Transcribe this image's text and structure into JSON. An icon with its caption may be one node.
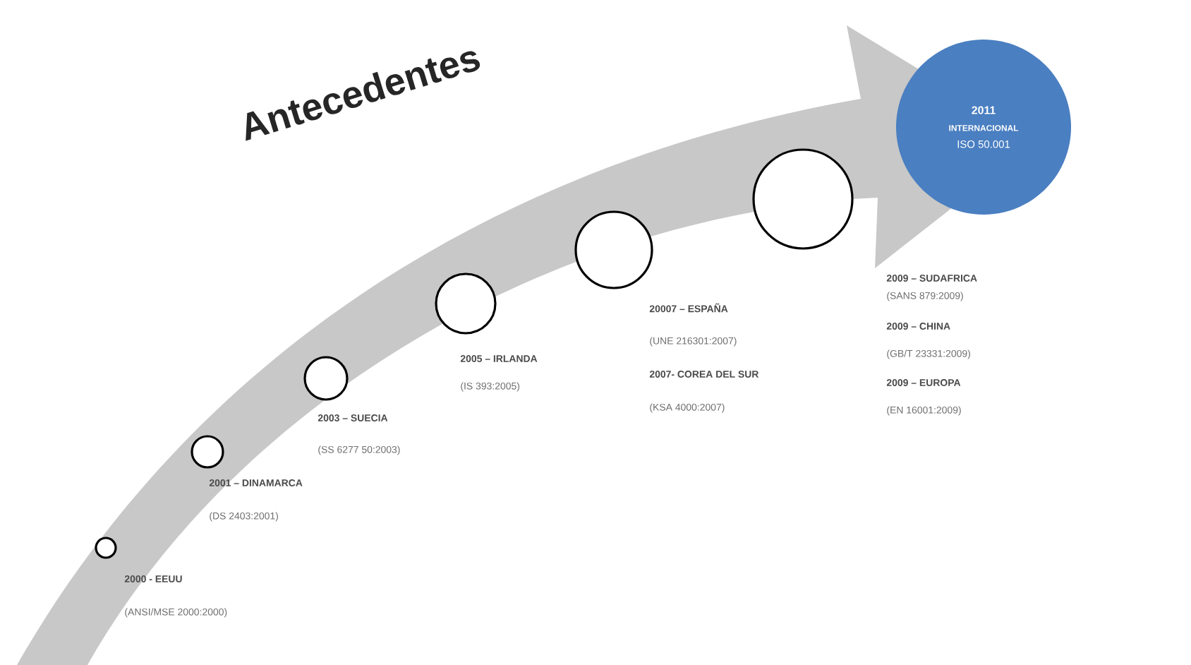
{
  "diagram": {
    "title": "Antecedentes",
    "nodes": [
      {
        "text": [],
        "shape": "circle",
        "beside": [
          "2000 - EEUU",
          "(ANSI/MSE 2000:2000)"
        ]
      },
      {
        "text": [],
        "shape": "circle",
        "beside": [
          "2001 – DINAMARCA",
          "(DS 2403:2001)"
        ]
      },
      {
        "text": [],
        "shape": "circle",
        "beside": [
          "2003 – SUECIA",
          "(SS 6277 50:2003)"
        ]
      },
      {
        "text": [],
        "shape": "circle",
        "beside": [
          "2005 – IRLANDA",
          "(IS 393:2005)"
        ]
      },
      {
        "text": [],
        "shape": "circle",
        "beside": [
          "20007 – ESPAÑA",
          "(UNE 216301:2007)",
          "2007- COREA DEL SUR",
          "(KSA 4000:2007)"
        ]
      },
      {
        "text": [],
        "shape": "circle"
      },
      {
        "text": [
          "2011",
          "INTERNACIONAL",
          "ISO 50.001"
        ]
      }
    ],
    "labels": [
      "2009 – SUDAFRICA",
      "(SANS 879:2009)",
      "2009 – CHINA",
      "(GB/T 23331:2009)",
      "2009 – EUROPA",
      "(EN 16001:2009)"
    ]
  }
}
